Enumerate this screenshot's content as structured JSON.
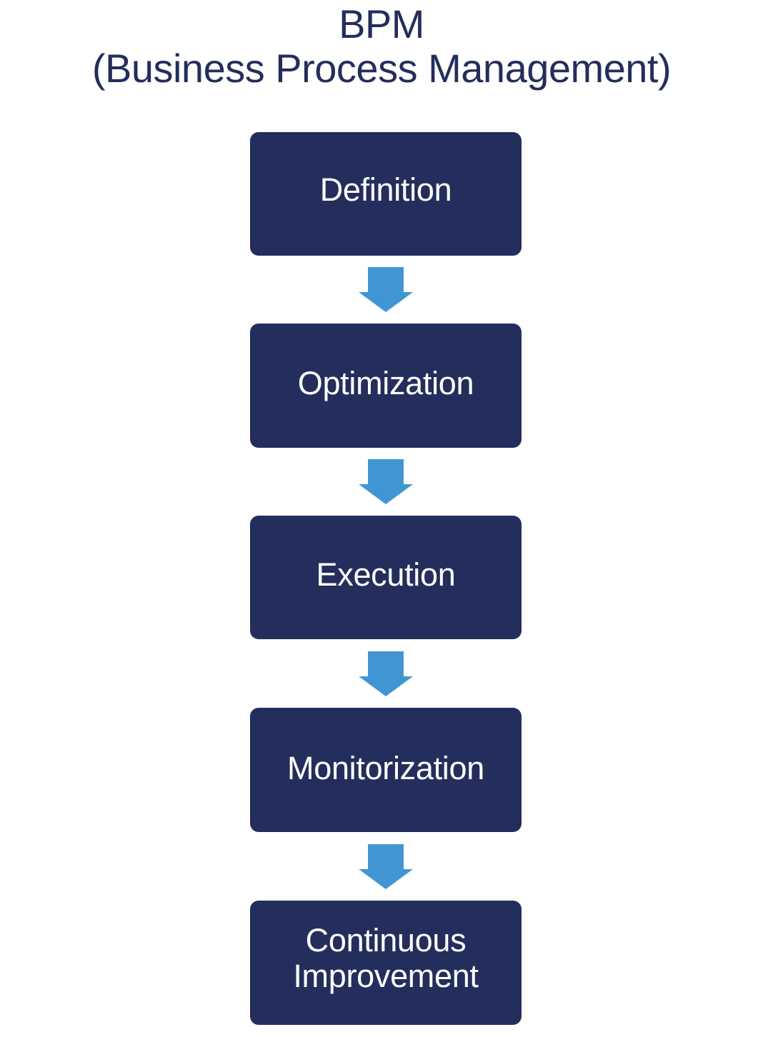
{
  "title": {
    "line1": "BPM",
    "line2": "(Business Process Management)"
  },
  "colors": {
    "box_fill": "#242e5c",
    "box_text": "#ffffff",
    "arrow": "#4295d3",
    "title_text": "#242e5c",
    "background": "#ffffff"
  },
  "flow": {
    "steps": [
      {
        "label": "Definition"
      },
      {
        "label": "Optimization"
      },
      {
        "label": "Execution"
      },
      {
        "label": "Monitorization"
      },
      {
        "label": "Continuous\nImprovement"
      }
    ],
    "connectors": [
      {
        "icon": "arrow-down-icon"
      },
      {
        "icon": "arrow-down-icon"
      },
      {
        "icon": "arrow-down-icon"
      },
      {
        "icon": "arrow-down-icon"
      }
    ]
  }
}
